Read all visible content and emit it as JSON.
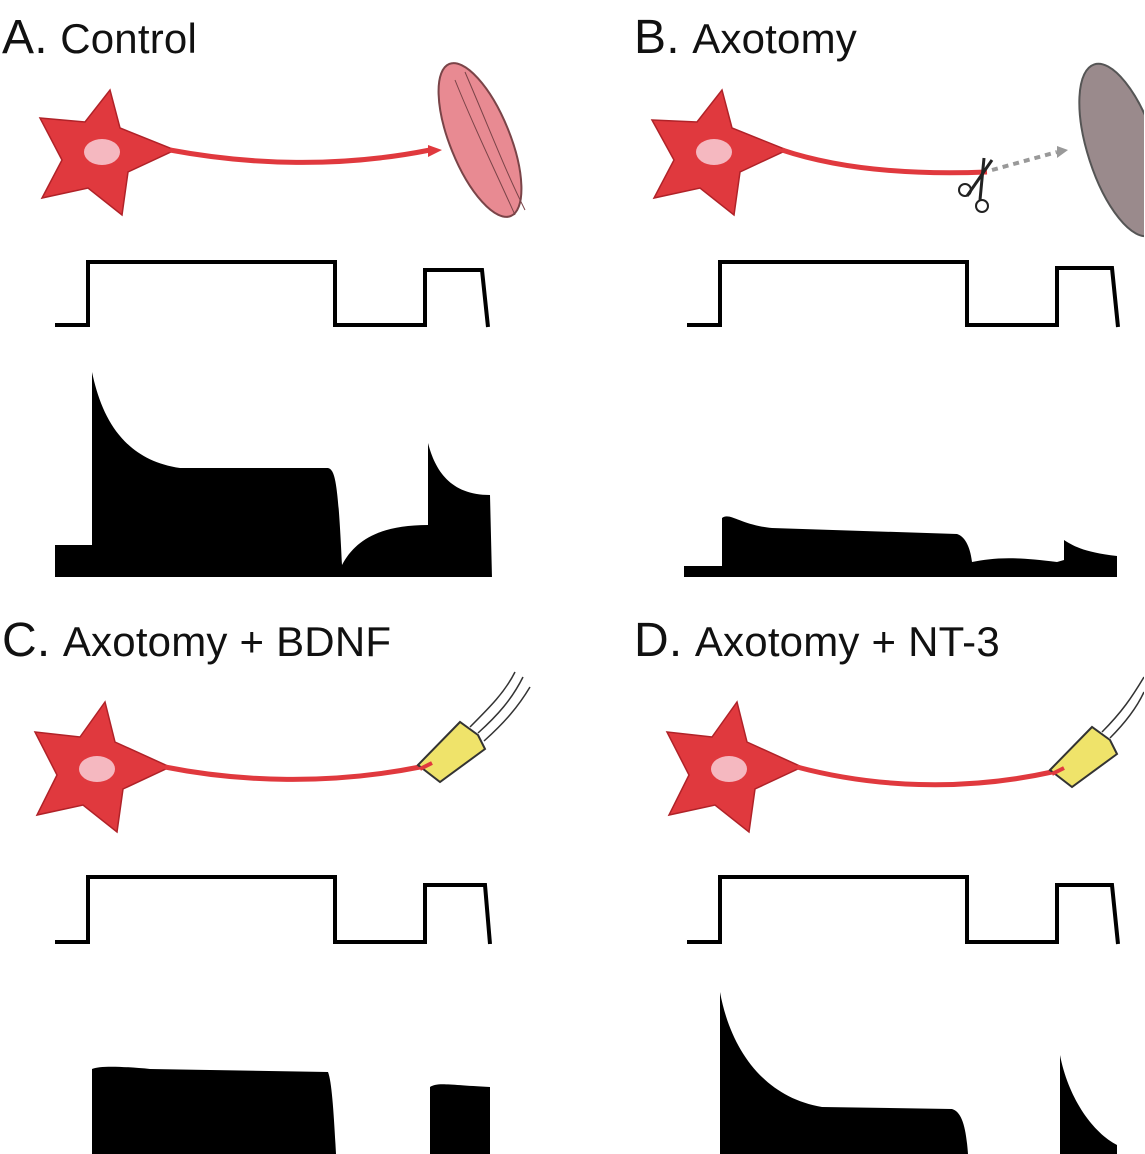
{
  "panels": [
    {
      "letter": "A.",
      "title": "Control",
      "target": "muscle"
    },
    {
      "letter": "B.",
      "title": "Axotomy",
      "target": "cut-muscle"
    },
    {
      "letter": "C.",
      "title": "Axotomy + BDNF",
      "target": "pipette"
    },
    {
      "letter": "D.",
      "title": "Axotomy + NT-3",
      "target": "pipette"
    }
  ],
  "colors": {
    "neuron": "#e0393e",
    "nucleus": "#f5b8c0",
    "muscle": "#e88a92",
    "muscle_denervated": "#9a8a8c",
    "pipette": "#efe36a",
    "trace": "#000000"
  },
  "icons": [
    "neuron-icon",
    "muscle-icon",
    "scissors-icon",
    "pipette-icon"
  ]
}
